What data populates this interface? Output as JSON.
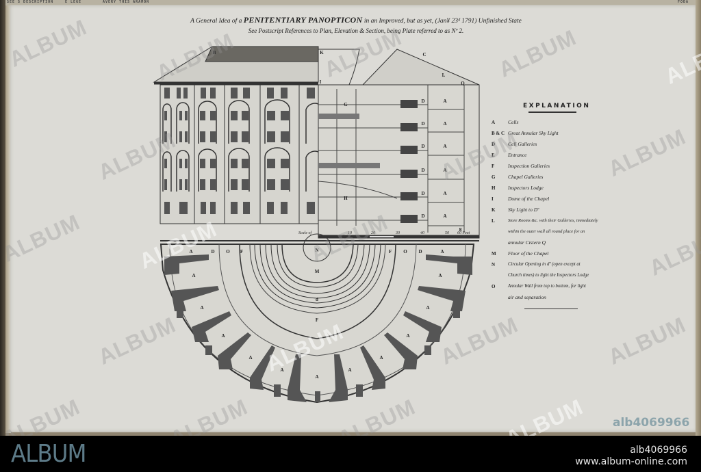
{
  "page": {
    "top_strip_text": [
      "SEE S DESCRIPTION",
      "E LEGE",
      "AVERY THIS ARAMON"
    ],
    "top_strip_right": "FODA"
  },
  "plate": {
    "title_prefix": "A General Idea of a",
    "title_main": "PENITENTIARY PANOPTICON",
    "title_suffix": "in an Improved, but as yet, (Jan¥ 23ᵈ 1791) Unfinished State",
    "subtitle": "See Postscript References to Plan, Elevation & Section, being Plate referred to as Nº 2.",
    "elevation_labels": [
      "B",
      "K",
      "C",
      "I",
      "L",
      "Q",
      "G",
      "D",
      "A",
      "H",
      "E"
    ],
    "plan_labels": [
      "A",
      "D",
      "O",
      "F",
      "N",
      "M",
      "d",
      "F",
      "O",
      "D",
      "A"
    ],
    "scale_label": "Scale of",
    "scale_ticks": [
      "10",
      "20",
      "30",
      "40",
      "50"
    ],
    "scale_unit": "60 Feet"
  },
  "explanation": {
    "heading": "EXPLANATION",
    "items": [
      {
        "key": "A",
        "text": "Cells"
      },
      {
        "key": "B & C",
        "text": "Great Annular Sky Light"
      },
      {
        "key": "D",
        "text": "Cell Galleries"
      },
      {
        "key": "E",
        "text": "Entrance"
      },
      {
        "key": "F",
        "text": "Inspection Galleries"
      },
      {
        "key": "G",
        "text": "Chapel Galleries"
      },
      {
        "key": "H",
        "text": "Inspectors Lodge"
      },
      {
        "key": "I",
        "text": "Dome of the Chapel"
      },
      {
        "key": "K",
        "text": "Sky Light to Dº"
      },
      {
        "key": "L",
        "text": "Store Rooms &c. with their Galleries, immediately"
      },
      {
        "key": "",
        "text": "within the outer wall all round place for an"
      },
      {
        "key": "",
        "text": "annular Cistern Q"
      },
      {
        "key": "M",
        "text": "Floor of the Chapel"
      },
      {
        "key": "N",
        "text": "Circular Opening in dº (open except at"
      },
      {
        "key": "",
        "text": "Church times) to light the Inspectors Lodge"
      },
      {
        "key": "O",
        "text": "Annular Wall from top to bottom, for light"
      },
      {
        "key": "",
        "text": "air and separation"
      }
    ]
  },
  "watermarks": {
    "text": "ALBUM",
    "image_id_overlay": "alb4069966"
  },
  "footer": {
    "logo": "ALBUM",
    "image_id": "alb4069966",
    "website": "www.album-online.com"
  },
  "colors": {
    "paper": "#dcdbd6",
    "ink": "#222222",
    "footer_bg": "#000000",
    "logo": "#5d7b88",
    "footer_text": "#e6e6e6"
  }
}
